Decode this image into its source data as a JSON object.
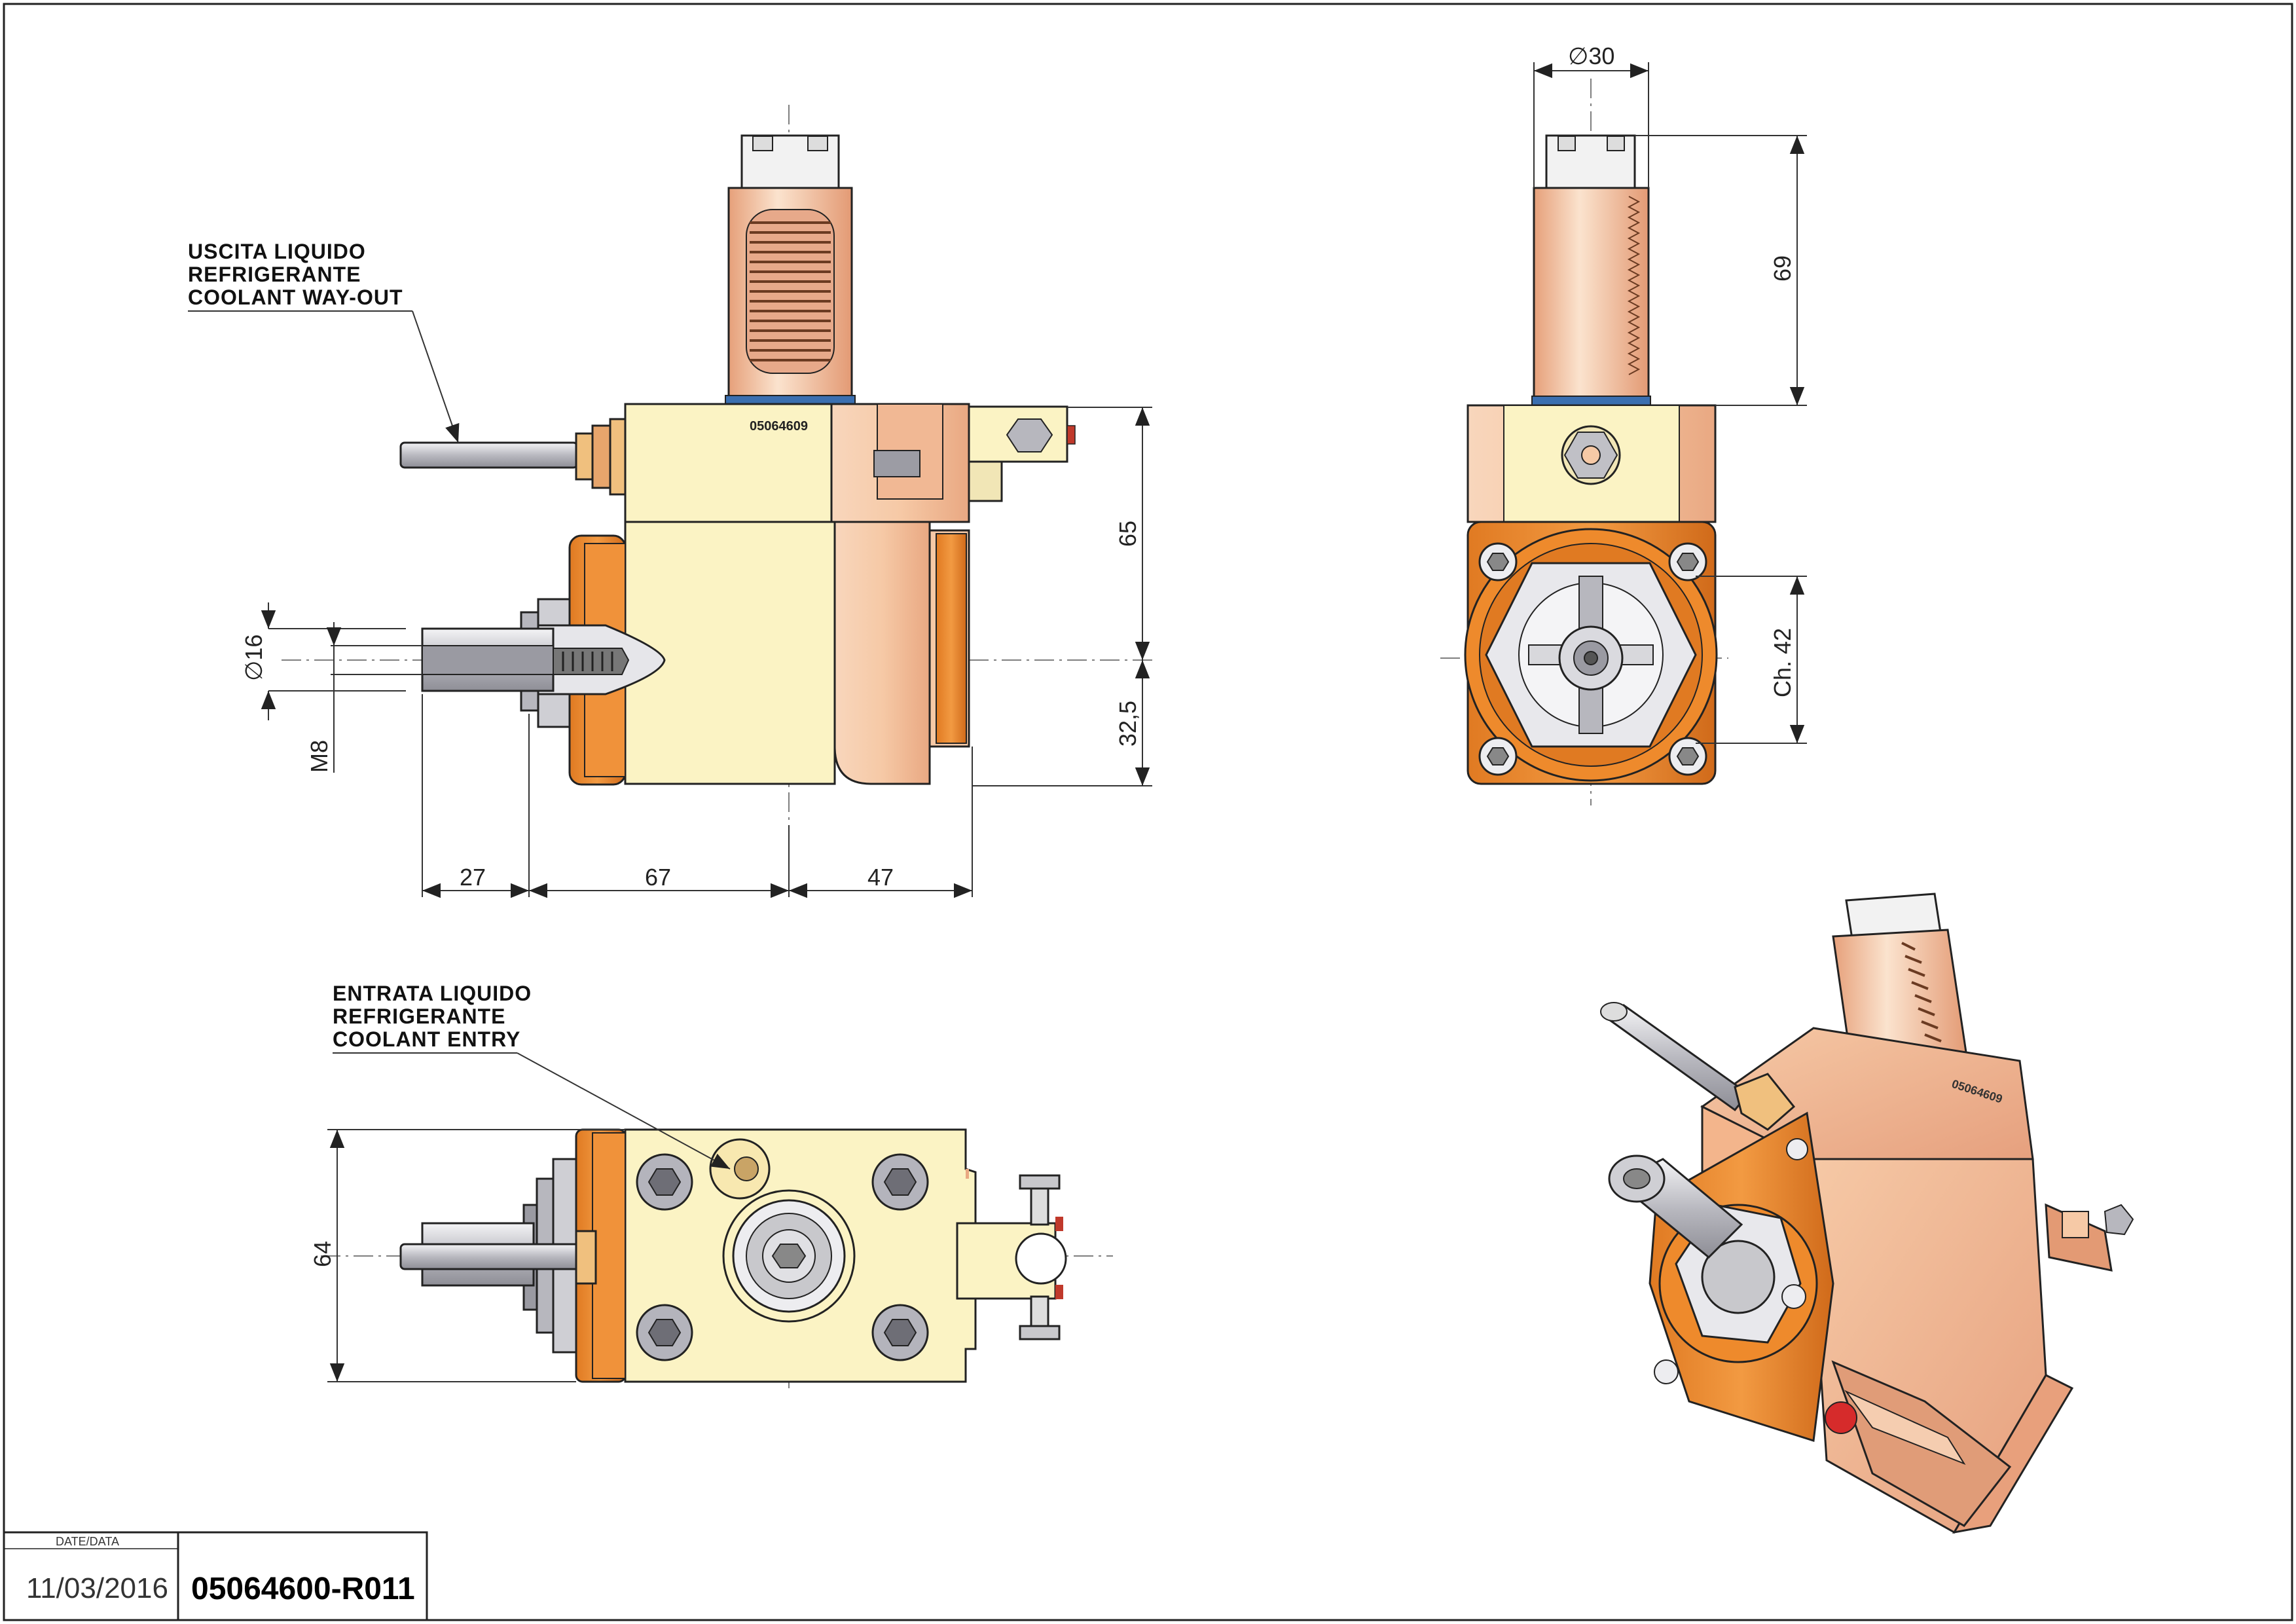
{
  "callouts": {
    "coolant_out": [
      "USCITA LIQUIDO",
      "REFRIGERANTE",
      "COOLANT WAY-OUT"
    ],
    "coolant_in": [
      "ENTRATA LIQUIDO",
      "REFRIGERANTE",
      "COOLANT ENTRY"
    ]
  },
  "dimensions": {
    "dia16": "∅16",
    "m8": "M8",
    "d27": "27",
    "d67": "67",
    "d47": "47",
    "d65": "65",
    "d32_5": "32,5",
    "dia30": "∅30",
    "d69": "69",
    "ch42": "Ch. 42",
    "d64": "64"
  },
  "part_label": "05064609",
  "iso_label": "05064609",
  "title_block": {
    "date_label": "DATE/DATA",
    "date": "11/03/2016",
    "code": "05064600-R011"
  },
  "colors": {
    "cream": "#FBF3C4",
    "salmon": "#F6C9A6",
    "peach": "#F3B58C",
    "orange": "#EE8A2C",
    "dark_orange": "#C9661A",
    "steel": "#C8C8CC",
    "white_part": "#F2F2F2",
    "line": "#222222"
  }
}
